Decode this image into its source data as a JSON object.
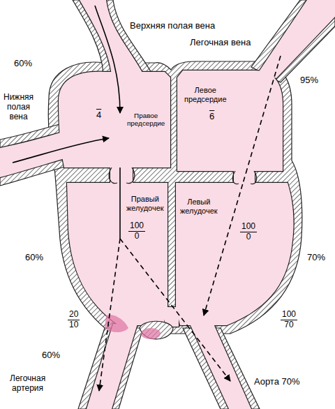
{
  "diagram": {
    "nodes": [
      {
        "text": [
          "4",
          "Правое предсердие"
        ]
      },
      {
        "text": [
          "Левое предсердие",
          "6"
        ]
      },
      {
        "text": [
          "Правый желудочек",
          "100",
          "0"
        ]
      },
      {
        "text": [
          "Левый желудочек",
          "100",
          "0"
        ]
      }
    ],
    "edges": [
      {
        "from": 0,
        "to": 2,
        "arrow": "none"
      },
      {
        "from": 1,
        "to": 3,
        "arrow": "none"
      }
    ],
    "labels": [
      "Верхняя полая вена",
      "Легочная вена",
      "60%",
      "Нижняя полая вена",
      "95%",
      "60%",
      "70%",
      "20",
      "10",
      "100",
      "70",
      "60%",
      "Легочная артерия",
      "Аорта 70%"
    ]
  }
}
